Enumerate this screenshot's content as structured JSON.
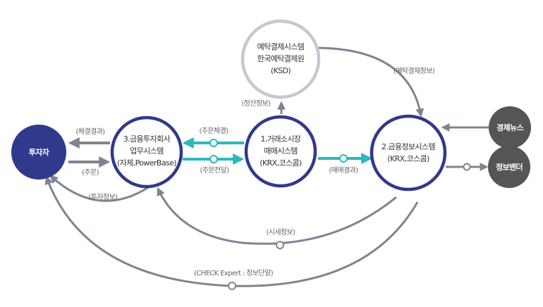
{
  "nodes": {
    "investor": {
      "label": "투자자"
    },
    "broker": {
      "lines": [
        "3.금융투자회사",
        "업무시스템",
        "(자체,PowerBase)"
      ]
    },
    "exchange": {
      "lines": [
        "1.거래소시장",
        "매매시스템",
        "(KRX,코스콤)"
      ]
    },
    "ksd": {
      "lines": [
        "예탁결제시스템",
        "한국예탁결제원",
        "(KSD)"
      ]
    },
    "info": {
      "lines": [
        "2.금융정보시스템",
        "(KRX,코스콤)"
      ]
    },
    "econ_news": {
      "label": "경제뉴스"
    },
    "vendor": {
      "label": "정보밴더"
    }
  },
  "edges": {
    "trade_result": "(체결결과)",
    "order": "(주문)",
    "invest_info": "(투자정보)",
    "order_fill": "(주문체결)",
    "order_relay": "(주문전달)",
    "settlement_info": "(정산정보)",
    "deposit_info": "(예탁결제정보)",
    "trading_result": "(매매결과)",
    "market_info": "(시세정보)",
    "check_expert": "(CHECK Expert : 정보단말)"
  },
  "colors": {
    "navy": "#2f3a8c",
    "teal": "#2bb8bf",
    "gray_line": "#7d8590",
    "dark_gray": "#555555",
    "light_gray_stroke": "#c5c9cf"
  }
}
